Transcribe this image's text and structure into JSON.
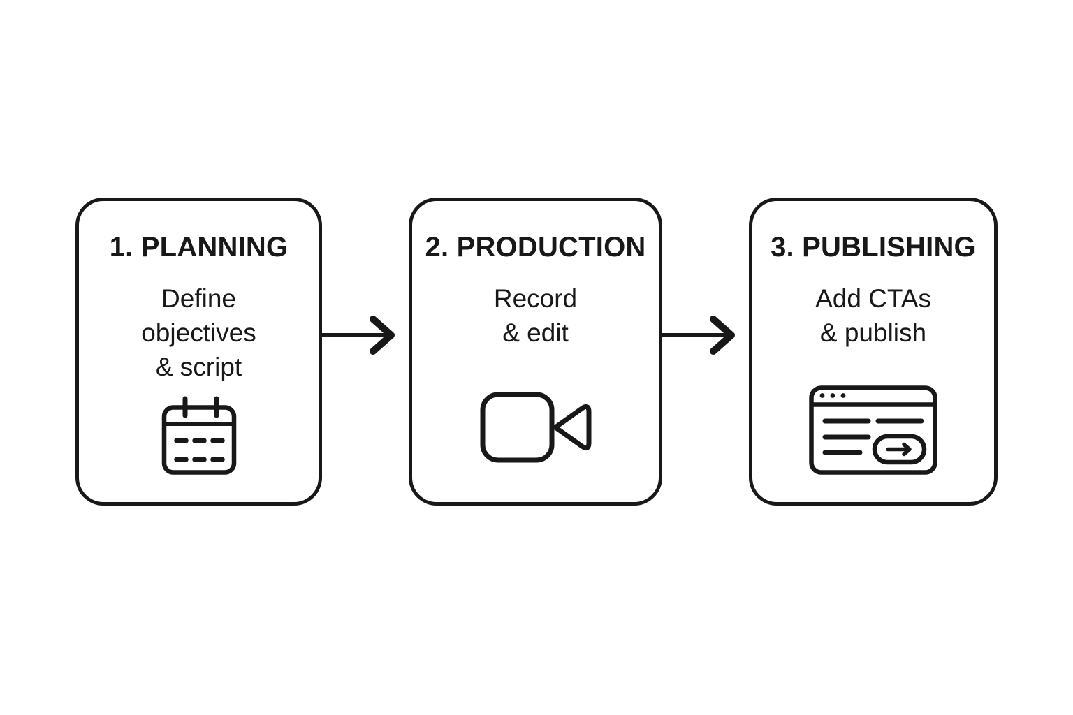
{
  "diagram": {
    "background_color": "#ffffff",
    "stroke_color": "#181818",
    "steps": [
      {
        "title": "1. PLANNING",
        "lines": [
          "Define",
          "objectives",
          "& script"
        ],
        "icon": "calendar-icon"
      },
      {
        "title": "2. PRODUCTION",
        "lines": [
          "Record",
          "& edit"
        ],
        "icon": "video-camera-icon"
      },
      {
        "title": "3. PUBLISHING",
        "lines": [
          "Add CTAs",
          "& publish"
        ],
        "icon": "browser-window-cta-icon"
      }
    ],
    "connectors": [
      {
        "type": "arrow-right"
      },
      {
        "type": "arrow-right"
      }
    ]
  }
}
